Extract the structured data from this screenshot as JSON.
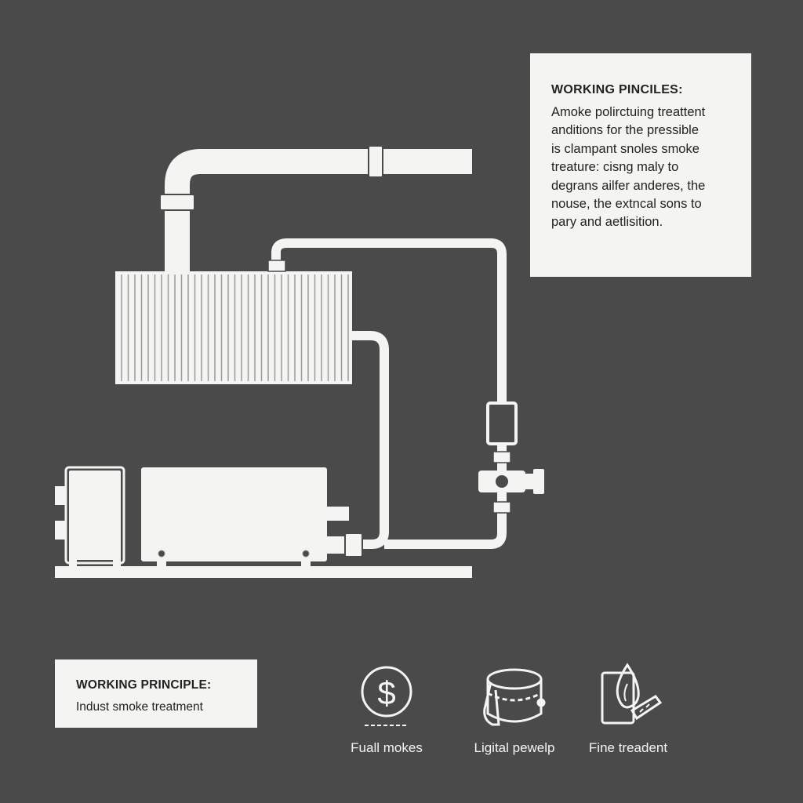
{
  "info_panel": {
    "title": "WORKING PINCILES:",
    "lines": [
      "Amoke polirctuing treattent",
      "anditions for the pressible",
      "is clampant snoles smoke",
      "treature: cisng maly to",
      "degrans ailfer anderes, the",
      "nouse, the extncal sons to",
      "pary and aetlisition."
    ]
  },
  "label_box": {
    "title": "WORKING PRINCIPLE:",
    "subtitle": "Indust smoke treatment"
  },
  "features": [
    {
      "icon": "dollar-coin-icon",
      "label": "Fuall mokes"
    },
    {
      "icon": "drum-icon",
      "label": "Ligital pewelp"
    },
    {
      "icon": "flame-device-icon",
      "label": "Fine treadent"
    }
  ],
  "colors": {
    "background": "#4a4a4a",
    "line": "#f4f4f2",
    "panel": "#f4f4f2",
    "text": "#222222"
  }
}
